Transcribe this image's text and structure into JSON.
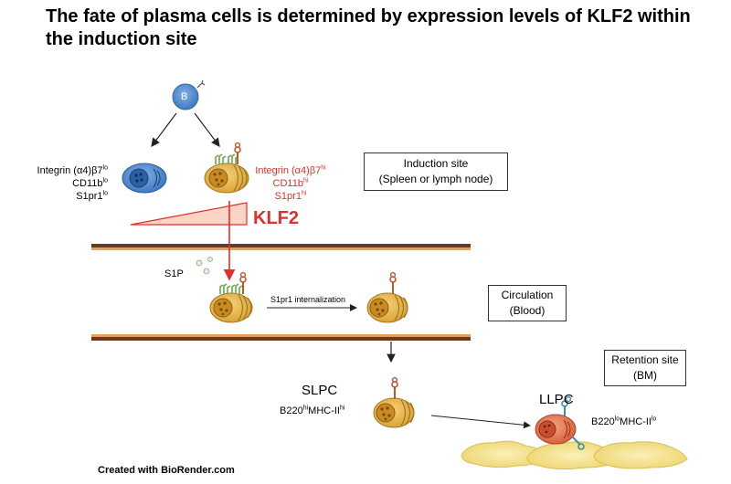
{
  "title": "The fate of plasma cells is determined by expression levels of KLF2 within the induction site",
  "b_cell_label": "B",
  "left_cell": {
    "line1_main": "Integrin (α4)β7",
    "line1_sup": "lo",
    "line2_main": "CD11b",
    "line2_sup": "lo",
    "line3_main": "S1pr1",
    "line3_sup": "lo"
  },
  "right_cell": {
    "line1_main": "Integrin (α4)β7",
    "line1_sup": "hi",
    "line2_main": "CD11b",
    "line2_sup": "hi",
    "line3_main": "S1pr1",
    "line3_sup": "hi"
  },
  "klf2_label": "KLF2",
  "s1p_label": "S1P",
  "internalization_label": "S1pr1 internalization",
  "boxes": {
    "induction": {
      "line1": "Induction site",
      "line2": "(Spleen or lymph node)"
    },
    "circulation": {
      "line1": "Circulation",
      "line2": "(Blood)"
    },
    "retention": {
      "line1": "Retention site",
      "line2": "(BM)"
    }
  },
  "slpc": {
    "label": "SLPC",
    "m1": "B220",
    "s1": "hi",
    "m2": "MHC-II",
    "s2": "hi"
  },
  "llpc": {
    "label": "LLPC",
    "m1": "B220",
    "s1": "lo",
    "m2": "MHC-II",
    "s2": "lo"
  },
  "footer": "Created with BioRender.com",
  "colors": {
    "accent_red": "#e0302a",
    "vessel_brown": "#6b3a1e",
    "vessel_orange": "#e8a058",
    "plasma_cell_gold": "#e8b84a",
    "llpc_red": "#e27a5a",
    "b_cell_blue": "#5b9bd5",
    "stromal_yellow": "#f2e08a"
  }
}
